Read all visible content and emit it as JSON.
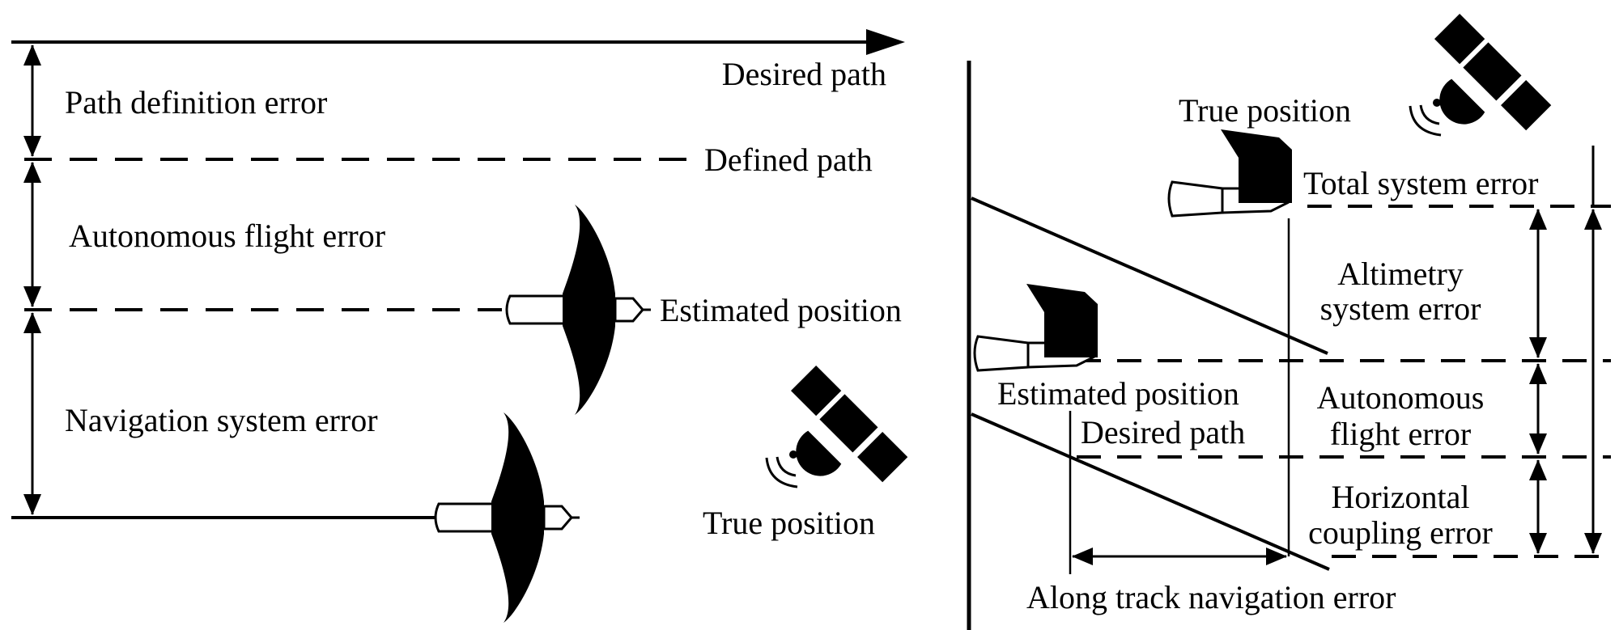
{
  "left_panel": {
    "desired_path": "Desired path",
    "path_definition_error": "Path definition error",
    "defined_path": "Defined path",
    "autonomous_flight_error": "Autonomous flight error",
    "estimated_position": "Estimated position",
    "navigation_system_error": "Navigation system error",
    "true_position": "True position"
  },
  "right_panel": {
    "true_position": "True position",
    "total_system_error": "Total system error",
    "altimetry_system_error_line1": "Altimetry",
    "altimetry_system_error_line2": "system error",
    "estimated_position": "Estimated position",
    "desired_path": "Desired path",
    "autonomous_flight_error_line1": "Autonomous",
    "autonomous_flight_error_line2": "flight error",
    "horizontal_coupling_error_line1": "Horizontal",
    "horizontal_coupling_error_line2": "coupling error",
    "along_track_navigation_error": "Along track navigation error"
  }
}
